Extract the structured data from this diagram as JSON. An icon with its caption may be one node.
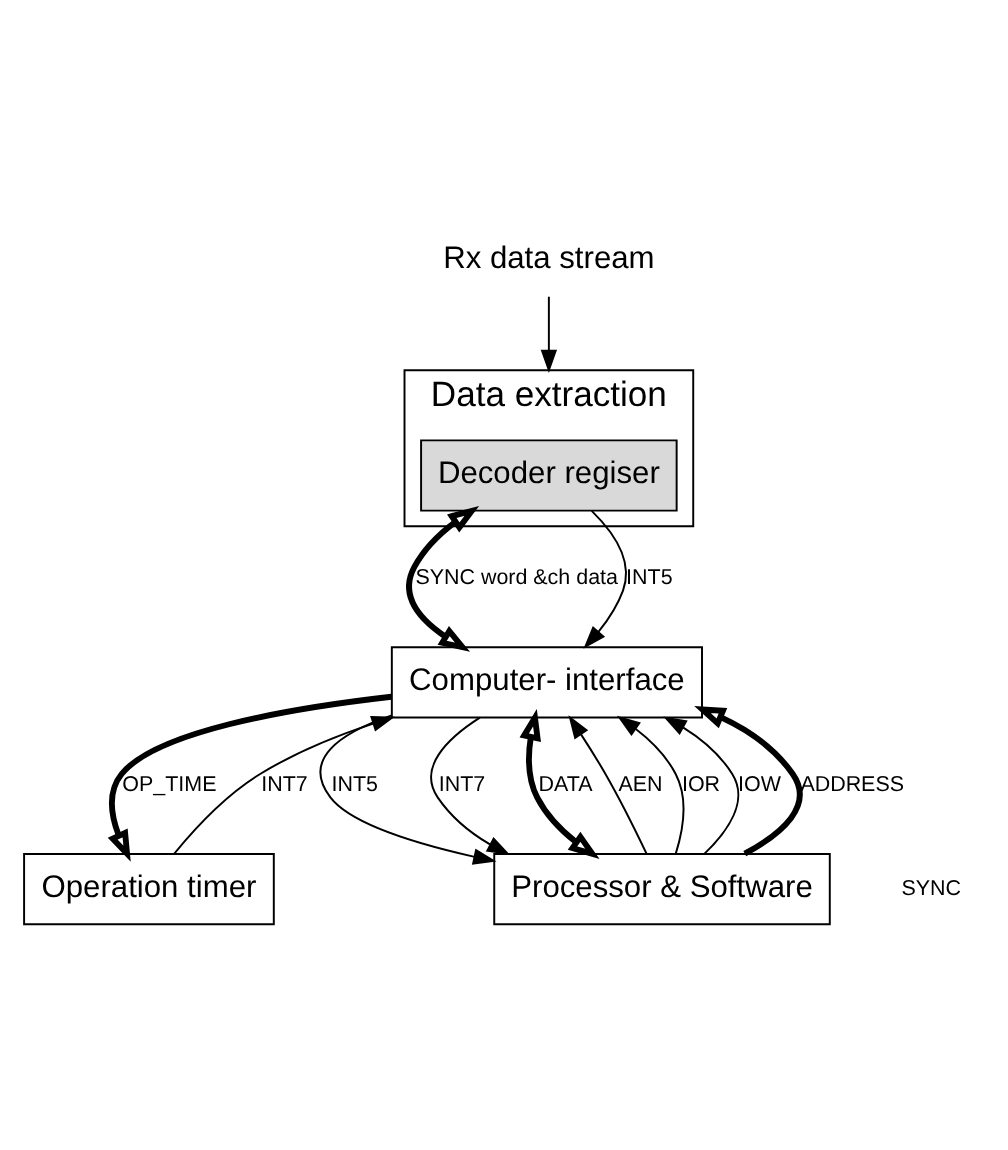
{
  "diagram": {
    "nodes": [
      {
        "text": [
          "Rx data stream"
        ]
      },
      {
        "text": [
          "Data extraction"
        ]
      },
      {
        "text": [
          "Decoder regiser"
        ],
        "in": 1
      },
      {
        "text": [
          "Operation timer"
        ]
      },
      {
        "text": [
          "Computer- interface"
        ]
      },
      {
        "text": [
          "Processor & Software"
        ]
      }
    ],
    "edges": [
      {
        "from": 0,
        "to": 1,
        "arrow": "to"
      },
      {
        "from": 2,
        "to": 4,
        "arrow": "both",
        "label": "SYNC word &ch data",
        "style": "thick"
      },
      {
        "from": 2,
        "to": 4,
        "arrow": "to",
        "label": "INT5"
      },
      {
        "from": 3,
        "to": 4,
        "arrow": "to",
        "label": "INT7"
      },
      {
        "from": 4,
        "to": 3,
        "arrow": "to",
        "label": "OP_TIME",
        "style": "thick"
      },
      {
        "from": 4,
        "to": 5,
        "arrow": "to",
        "label": "INT5"
      },
      {
        "from": 4,
        "to": 5,
        "arrow": "to",
        "label": "INT7"
      },
      {
        "from": 5,
        "to": 4,
        "arrow": "to",
        "label": "AEN"
      },
      {
        "from": 5,
        "to": 4,
        "arrow": "to",
        "label": "IOR"
      },
      {
        "from": 5,
        "to": 4,
        "arrow": "to",
        "label": "IOW"
      },
      {
        "from": 5,
        "to": 4,
        "arrow": "to",
        "label": "ADDRESS",
        "style": "thick"
      },
      {
        "from": 4,
        "to": 5,
        "arrow": "both",
        "label": "DATA",
        "style": "thick"
      }
    ],
    "labels": [
      "SYNC"
    ]
  }
}
